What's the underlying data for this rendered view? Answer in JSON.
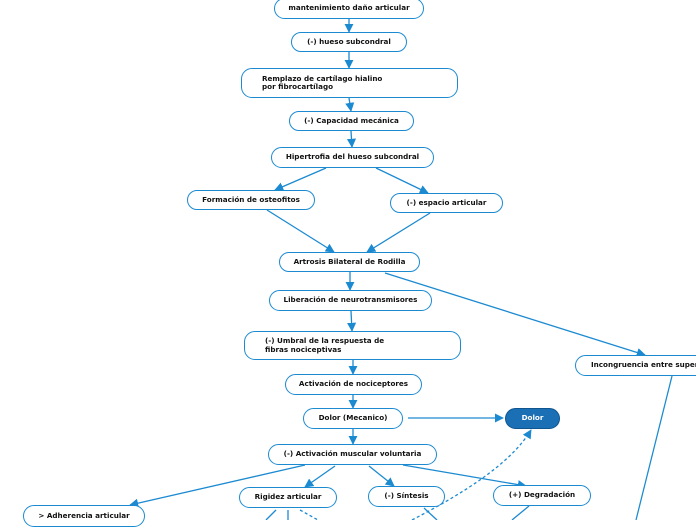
{
  "diagram": {
    "accent_color": "#1c8ad1",
    "highlight_color": "#1b6fb5",
    "nodes": {
      "mantenimiento": "mantenimiento daño articular",
      "hueso_subcondral": "(-) hueso subcondral",
      "remplazo": "Remplazo de cartílago hialino por fibrocartílago",
      "capacidad_mecanica": "(-) Capacidad mecánica",
      "hipertrofia": "Hipertrofia del hueso subcondral",
      "osteofitos": "Formación de osteofitos",
      "espacio_articular": "(-) espacio articular",
      "artrosis": "Artrosis Bilateral de Rodilla",
      "liberacion": "Liberación de neurotransmisores",
      "umbral": "(-) Umbral de la respuesta de fibras nociceptivas",
      "incongruencia": "Incongruencia entre super",
      "activacion_nociceptores": "Activación de nociceptores",
      "dolor_mecanico": "Dolor (Mecanico)",
      "dolor": "Dolor",
      "activacion_muscular": "(-) Activación muscular voluntaria",
      "rigidez": "Rigidez articular",
      "sintesis": "(-) Síntesis",
      "degradacion": "(+) Degradación",
      "adherencia": "> Adherencia articular"
    }
  }
}
